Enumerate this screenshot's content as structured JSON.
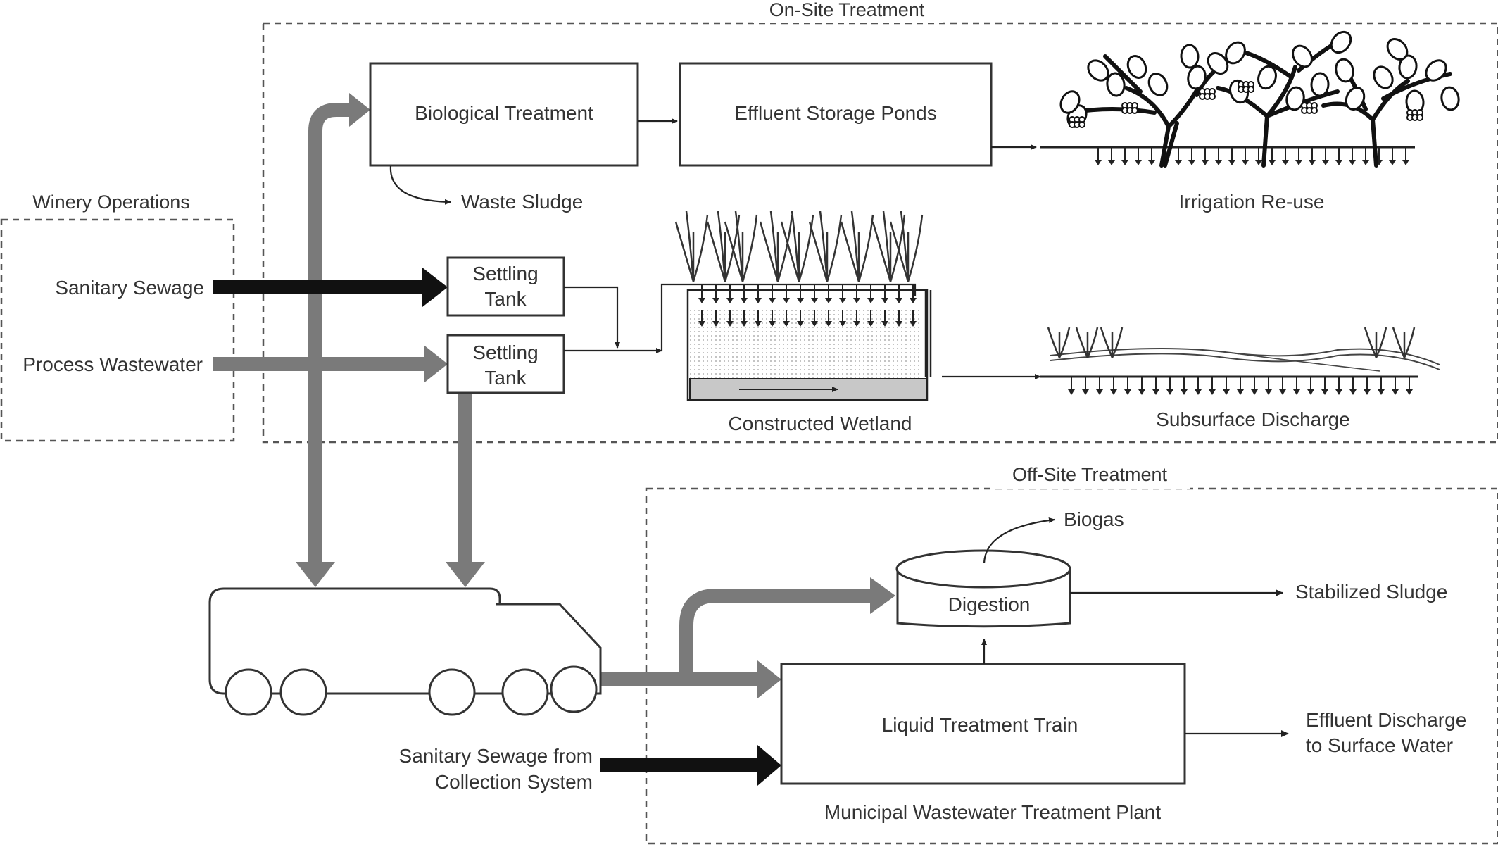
{
  "regions": {
    "onsite": "On-Site Treatment",
    "winery": "Winery Operations",
    "offsite": "Off-Site Treatment",
    "municipal": "Municipal Wastewater Treatment Plant"
  },
  "sources": {
    "sanitary": "Sanitary Sewage",
    "process": "Process Wastewater",
    "collection_line1": "Sanitary Sewage from",
    "collection_line2": "Collection System"
  },
  "boxes": {
    "biological": "Biological Treatment",
    "ponds": "Effluent Storage Ponds",
    "settling1_line1": "Settling",
    "settling1_line2": "Tank",
    "settling2_line1": "Settling",
    "settling2_line2": "Tank",
    "digestion": "Digestion",
    "liquid": "Liquid Treatment Train"
  },
  "outputs": {
    "waste_sludge": "Waste Sludge",
    "irrigation": "Irrigation Re-use",
    "wetland": "Constructed Wetland",
    "subsurface": "Subsurface Discharge",
    "biogas": "Biogas",
    "stabilized": "Stabilized Sludge",
    "effluent_line1": "Effluent Discharge",
    "effluent_line2": "to Surface Water"
  },
  "icons": {
    "vineyard": "vineyard-icon",
    "wetland": "constructed-wetland-icon",
    "subsurface": "subsurface-field-icon",
    "truck": "tanker-truck-icon"
  },
  "colors": {
    "gray_flow": "#7a7a7a",
    "black_flow": "#111111"
  }
}
